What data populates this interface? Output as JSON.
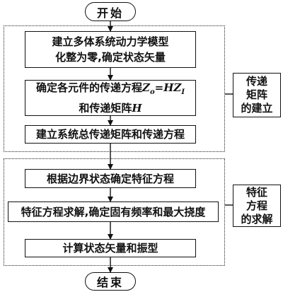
{
  "start": "开始",
  "end": "结束",
  "groups": [
    {
      "side_lines": [
        "传递",
        "矩阵",
        "的建立"
      ],
      "steps": [
        {
          "lines": [
            "建立多体系统动力学模型",
            "化整为零,确定状态矢量"
          ]
        },
        {
          "prefix": "确定各元件的传递方程",
          "formula": {
            "lhs": "Z",
            "lhs_sub": "o",
            "eq": "=",
            "rhs": "HZ",
            "rhs_sub": "I"
          },
          "line2_prefix": "和传递矩阵",
          "line2_symbol": "H"
        },
        {
          "lines": [
            "建立系统总传递矩阵和传递方程"
          ]
        }
      ]
    },
    {
      "side_lines": [
        "特征",
        "方程",
        "的求解"
      ],
      "steps": [
        {
          "lines": [
            "根据边界状态确定特征方程"
          ]
        },
        {
          "lines": [
            "特征方程求解,确定固有频率和最大挠度"
          ]
        },
        {
          "lines": [
            "计算状态矢量和振型"
          ]
        }
      ]
    }
  ]
}
